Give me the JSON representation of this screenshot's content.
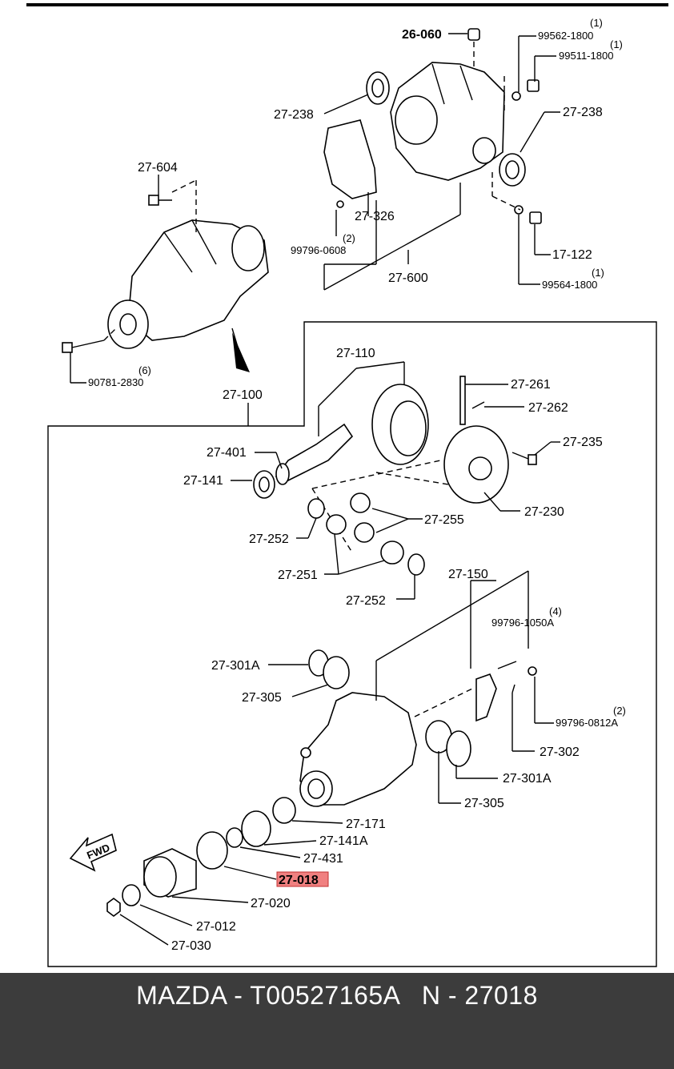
{
  "diagram": {
    "highlight_color": "#f08080",
    "labels": {
      "p26060": "26-060",
      "p99562": "99562-1800",
      "p99562_qty": "(1)",
      "p99511": "99511-1800",
      "p99511_qty": "(1)",
      "p27238a": "27-238",
      "p27238b": "27-238",
      "p27604": "27-604",
      "p27326": "27-326",
      "p99796_0608_qty": "(2)",
      "p99796_0608": "99796-0608",
      "p27600": "27-600",
      "p17122": "17-122",
      "p99564_qty": "(1)",
      "p99564": "99564-1800",
      "p90781_qty": "(6)",
      "p90781": "90781-2830",
      "p27100": "27-100",
      "p27110": "27-110",
      "p27261": "27-261",
      "p27262": "27-262",
      "p27235": "27-235",
      "p27401": "27-401",
      "p27141": "27-141",
      "p27230": "27-230",
      "p27255": "27-255",
      "p27252a": "27-252",
      "p27251": "27-251",
      "p27252b": "27-252",
      "p27150": "27-150",
      "p99796_1050_qty": "(4)",
      "p99796_1050": "99796-1050A",
      "p27301a_l": "27-301A",
      "p27305_l": "27-305",
      "p99796_0812_qty": "(2)",
      "p99796_0812": "99796-0812A",
      "p27302": "27-302",
      "p27301a_r": "27-301A",
      "p27305_r": "27-305",
      "p27171": "27-171",
      "p27141a": "27-141A",
      "p27431": "27-431",
      "p27018": "27-018",
      "p27020": "27-020",
      "p27012": "27-012",
      "p27030": "27-030",
      "fwd": "FWD"
    }
  },
  "footer": {
    "text": "MAZDA - T00527165A   N - 27018"
  }
}
